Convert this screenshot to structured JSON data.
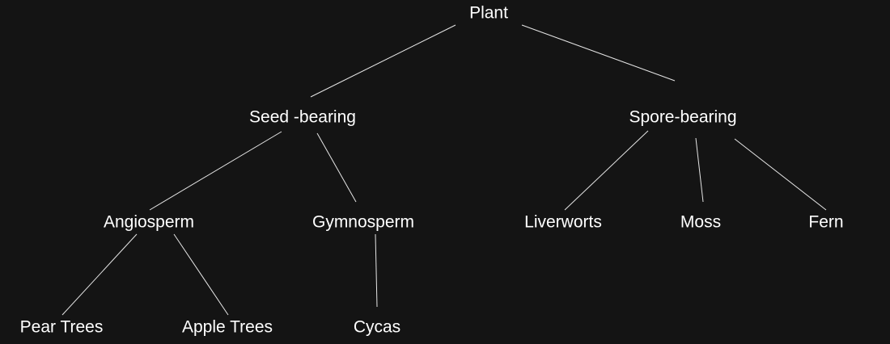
{
  "diagram": {
    "line_color": "#e6e6e6",
    "text_color": "#ffffff",
    "background": "#141414",
    "nodes": {
      "plant": "Plant",
      "seed_bearing": "Seed -bearing",
      "spore_bearing": "Spore-bearing",
      "angiosperm": "Angiosperm",
      "gymnosperm": "Gymnosperm",
      "liverworts": "Liverworts",
      "moss": "Moss",
      "fern": "Fern",
      "pear_trees": "Pear Trees",
      "apple_trees": "Apple Trees",
      "cycas": "Cycas"
    },
    "edges": [
      [
        "plant",
        "seed_bearing"
      ],
      [
        "plant",
        "spore_bearing"
      ],
      [
        "seed_bearing",
        "angiosperm"
      ],
      [
        "seed_bearing",
        "gymnosperm"
      ],
      [
        "spore_bearing",
        "liverworts"
      ],
      [
        "spore_bearing",
        "moss"
      ],
      [
        "spore_bearing",
        "fern"
      ],
      [
        "angiosperm",
        "pear_trees"
      ],
      [
        "angiosperm",
        "apple_trees"
      ],
      [
        "gymnosperm",
        "cycas"
      ]
    ]
  }
}
